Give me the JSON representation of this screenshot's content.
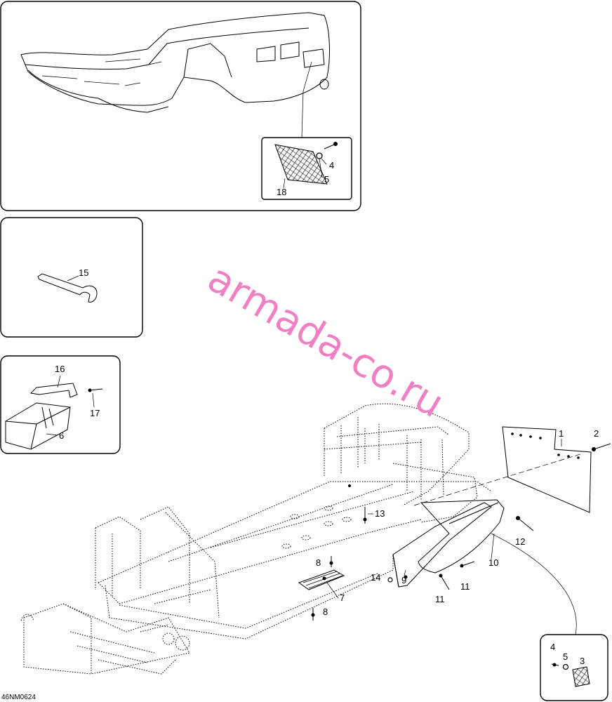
{
  "watermark": "armada-co.ru",
  "drawing_ref": "46NM0624",
  "callouts": {
    "c1": "1",
    "c2": "2",
    "c3": "3",
    "c4a": "4",
    "c4b": "4",
    "c5a": "5",
    "c5b": "5",
    "c6": "6",
    "c7": "7",
    "c8a": "8",
    "c8b": "8",
    "c9": "9",
    "c10": "10",
    "c11a": "11",
    "c11b": "11",
    "c12": "12",
    "c13": "13",
    "c14": "14",
    "c15": "15",
    "c16": "16",
    "c17": "17",
    "c18": "18"
  }
}
